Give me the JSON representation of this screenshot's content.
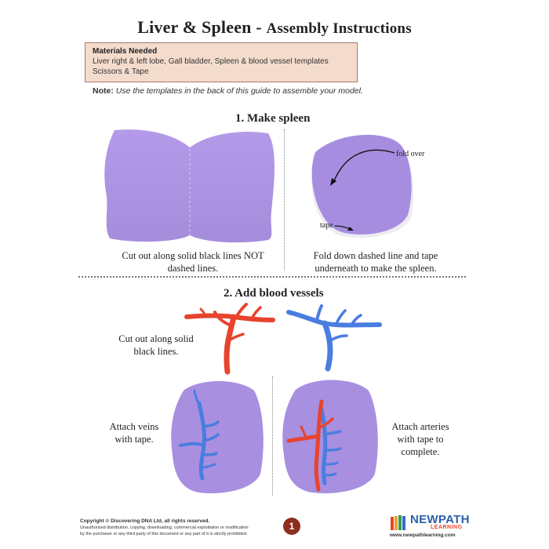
{
  "header": {
    "title_main": "Liver & Spleen",
    "title_dash": " - ",
    "title_sub": "Assembly Instructions"
  },
  "materials": {
    "heading": "Materials Needed",
    "line1": "Liver right & left lobe, Gall bladder, Spleen & blood vessel templates",
    "line2": "Scissors & Tape"
  },
  "note": {
    "label": "Note:",
    "text": "Use the templates in the back of this guide to assemble your model."
  },
  "step1": {
    "heading": "1.  Make spleen",
    "caption_left_1": "Cut out along solid black lines NOT",
    "caption_left_2": "dashed lines.",
    "caption_right_1": "Fold down dashed line and tape",
    "caption_right_2": "underneath to make the spleen.",
    "label_fold": "fold over",
    "label_tape": "tape"
  },
  "step2": {
    "heading": "2.  Add blood vessels",
    "caption_cut_1": "Cut out along solid",
    "caption_cut_2": "black lines.",
    "caption_veins_1": "Attach veins",
    "caption_veins_2": "with tape.",
    "caption_arteries_1": "Attach arteries",
    "caption_arteries_2": "with tape to",
    "caption_arteries_3": "complete."
  },
  "footer": {
    "copyright": "Copyright © Discovering DNA Ltd, all rights reserved.",
    "legal_1": "Unauthorized distribution, copying, downloading, commercial exploitation or modification",
    "legal_2": "by the purchaser or any third party of this document or any part of it is strictly prohibited.",
    "page_number": "1",
    "logo_name": "NEWPATH",
    "logo_sub": "LEARNING",
    "logo_url": "www.newpathlearning.com"
  },
  "colors": {
    "spleen_purple": "#a88fe0",
    "artery_red": "#e8432e",
    "vein_blue": "#4a7de0",
    "materials_bg": "#f4dccd",
    "page_badge": "#8c2f1e"
  }
}
